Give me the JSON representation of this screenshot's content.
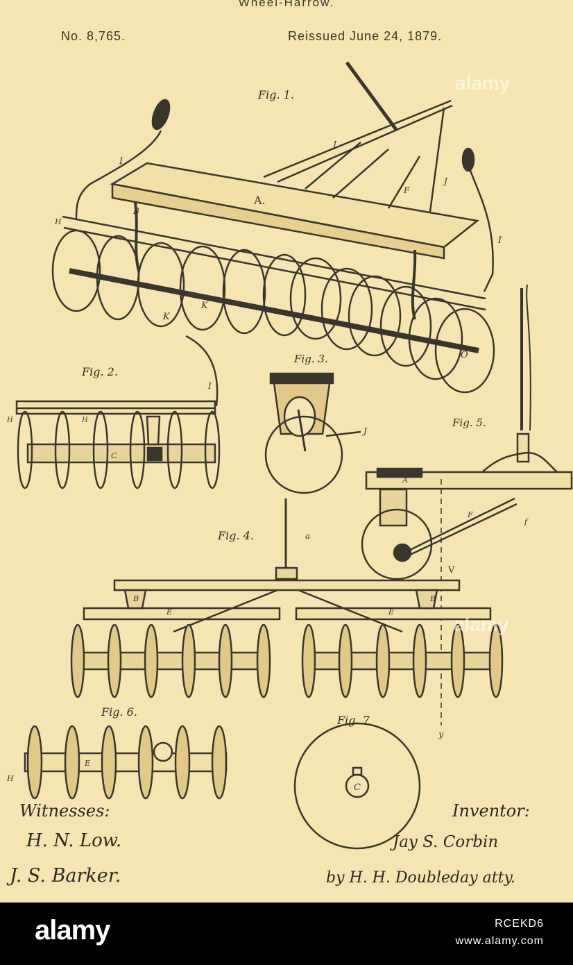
{
  "document": {
    "title": "Wheel-Harrow.",
    "patent_number": "No. 8,765.",
    "reissue_date": "Reissued June 24, 1879."
  },
  "figures": {
    "fig1": "Fig. 1.",
    "fig2": "Fig. 2.",
    "fig3": "Fig. 3.",
    "fig4": "Fig. 4.",
    "fig5": "Fig. 5.",
    "fig6": "Fig. 6.",
    "fig7": "Fig. 7"
  },
  "signatures": {
    "witnesses_label": "Witnesses:",
    "witness_1": "H. N. Low.",
    "witness_2": "J. S. Barker.",
    "inventor_label": "Inventor:",
    "inventor_name": "Jay S. Corbin",
    "attorney": "by H. H. Doubleday atty."
  },
  "watermark": {
    "brand": "alamy",
    "image_id": "RCEKD6",
    "site": "www.alamy.com"
  },
  "colors": {
    "paper": "#f6e4b2",
    "ink": "#3a362c",
    "footer": "#000000"
  }
}
